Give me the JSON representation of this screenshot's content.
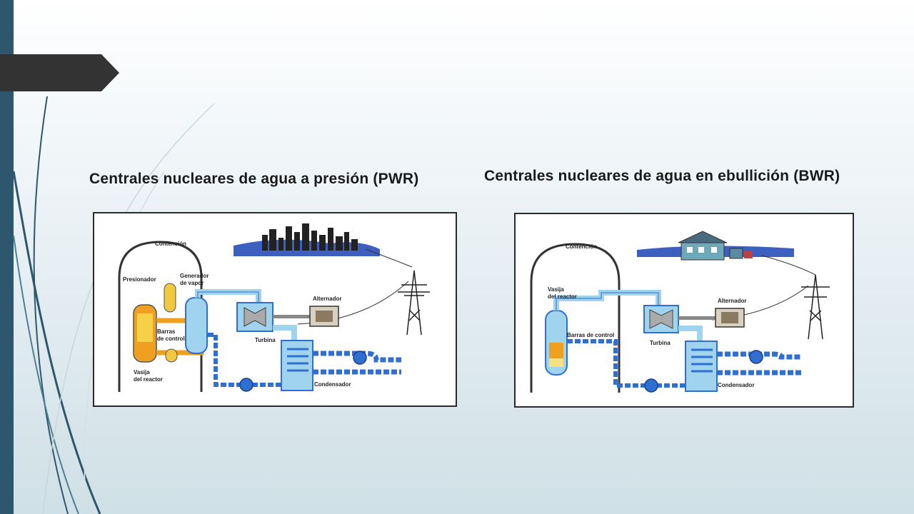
{
  "slide": {
    "title_pwr": "Centrales nucleares de agua a presión (PWR)",
    "title_bwr": "Centrales nucleares de agua en ebullición (BWR)"
  },
  "pwr_diagram": {
    "labels": {
      "containment": "Contención",
      "pressurizer": "Presionador",
      "steam_gen_1": "Generador",
      "steam_gen_2": "de vapor",
      "control_rods_1": "Barras",
      "control_rods_2": "de control",
      "vessel_1": "Vasija",
      "vessel_2": "del reactor",
      "turbine": "Turbina",
      "alternator": "Alternador",
      "condenser": "Condensador"
    }
  },
  "bwr_diagram": {
    "labels": {
      "containment": "Contención",
      "vessel_1": "Vasija",
      "vessel_2": "del reactor",
      "control_rods": "Barras de control",
      "turbine": "Turbina",
      "alternator": "Alternador",
      "condenser": "Condensador"
    }
  },
  "colors": {
    "sidebar": "#2e566c",
    "tab": "#333333",
    "water_light": "#9fd3ee",
    "water_dark": "#2f6fd1",
    "core_hot": "#f0a020"
  }
}
